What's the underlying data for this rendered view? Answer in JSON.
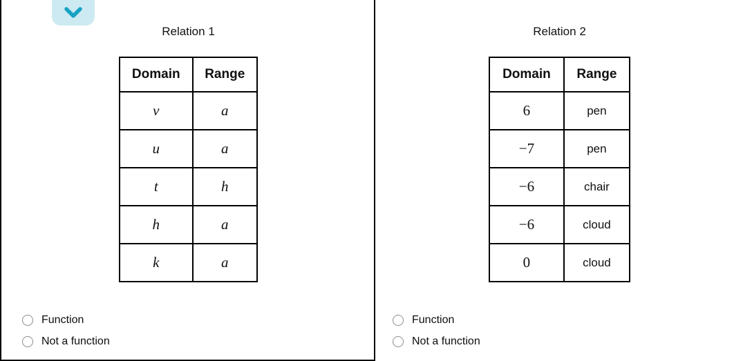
{
  "collapse_button": {
    "icon": "chevron-down"
  },
  "colors": {
    "button_bg": "#cdeaf2",
    "button_chevron": "#17a3c4",
    "table_border": "#000000",
    "radio_border": "#8d8d8d",
    "text": "#101010"
  },
  "relations": [
    {
      "title": "Relation 1",
      "headers": [
        "Domain",
        "Range"
      ],
      "rows": [
        [
          "v",
          "a"
        ],
        [
          "u",
          "a"
        ],
        [
          "t",
          "h"
        ],
        [
          "h",
          "a"
        ],
        [
          "k",
          "a"
        ]
      ],
      "options": [
        {
          "label": "Function",
          "selected": false
        },
        {
          "label": "Not a function",
          "selected": false
        }
      ]
    },
    {
      "title": "Relation 2",
      "headers": [
        "Domain",
        "Range"
      ],
      "rows": [
        [
          "6",
          "pen"
        ],
        [
          "−7",
          "pen"
        ],
        [
          "−6",
          "chair"
        ],
        [
          "−6",
          "cloud"
        ],
        [
          "0",
          "cloud"
        ]
      ],
      "options": [
        {
          "label": "Function",
          "selected": false
        },
        {
          "label": "Not a function",
          "selected": false
        }
      ]
    }
  ]
}
